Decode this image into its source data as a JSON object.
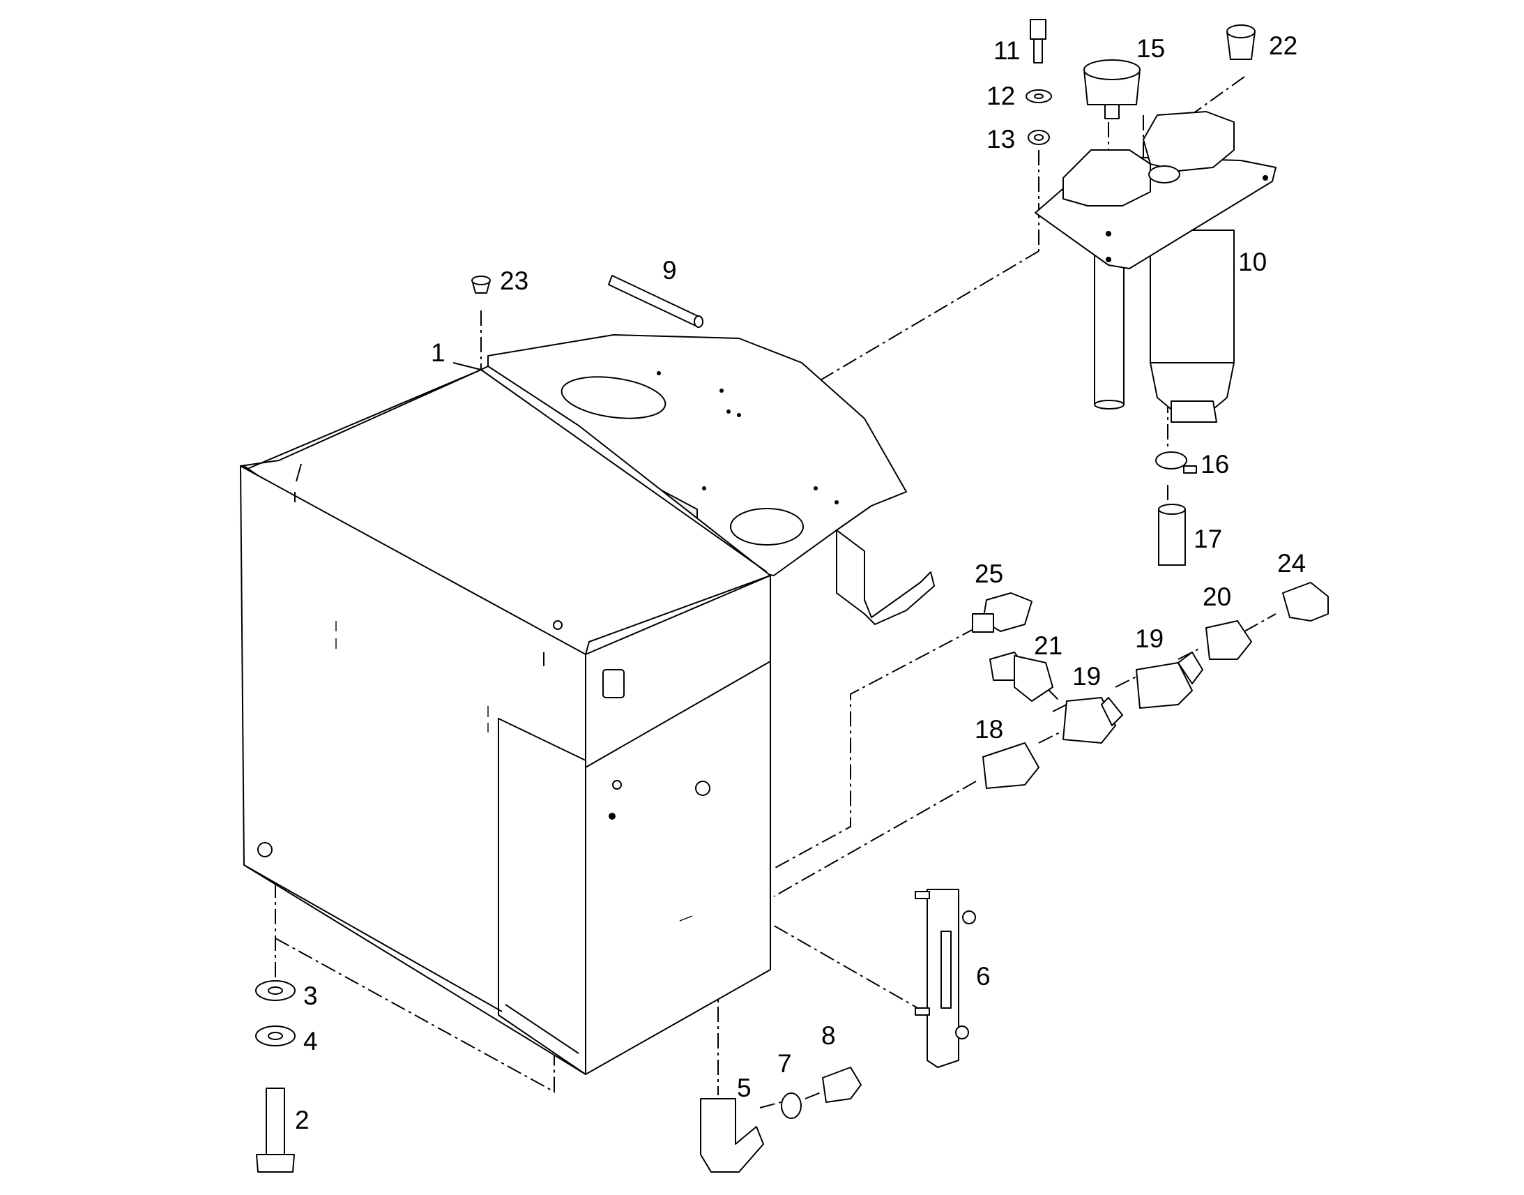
{
  "callouts": {
    "c1": "1",
    "c2": "2",
    "c3": "3",
    "c4": "4",
    "c5": "5",
    "c6": "6",
    "c7": "7",
    "c8": "8",
    "c9": "9",
    "c10": "10",
    "c11": "11",
    "c12": "12",
    "c13": "13",
    "c15": "15",
    "c16": "16",
    "c17": "17",
    "c18": "18",
    "c19a": "19",
    "c19b": "19",
    "c20": "20",
    "c21": "21",
    "c22": "22",
    "c23": "23",
    "c24": "24",
    "c25": "25"
  }
}
